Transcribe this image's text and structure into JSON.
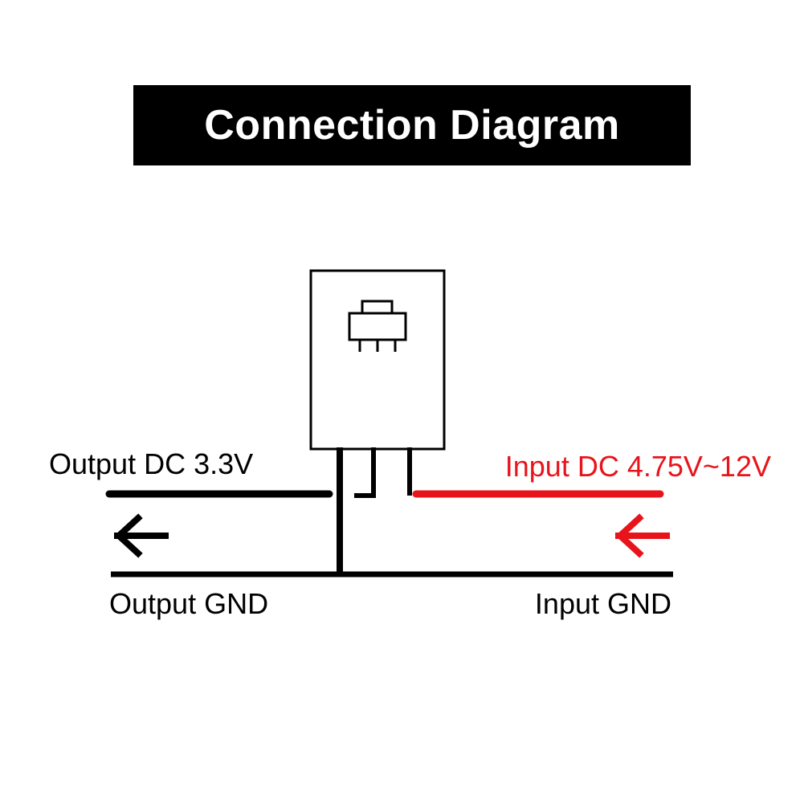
{
  "title": "Connection Diagram",
  "labels": {
    "output_dc": "Output DC 3.3V",
    "input_dc": "Input DC 4.75V~12V",
    "output_gnd": "Output GND",
    "input_gnd": "Input GND"
  },
  "colors": {
    "background": "#ffffff",
    "wire": "#000000",
    "input_wire": "#e8141b",
    "banner": "#000000",
    "banner_text": "#ffffff"
  },
  "icons": {
    "regulator": "sot-223-regulator-icon",
    "output_arrow": "arrow-left-icon",
    "input_arrow": "arrow-left-icon"
  }
}
